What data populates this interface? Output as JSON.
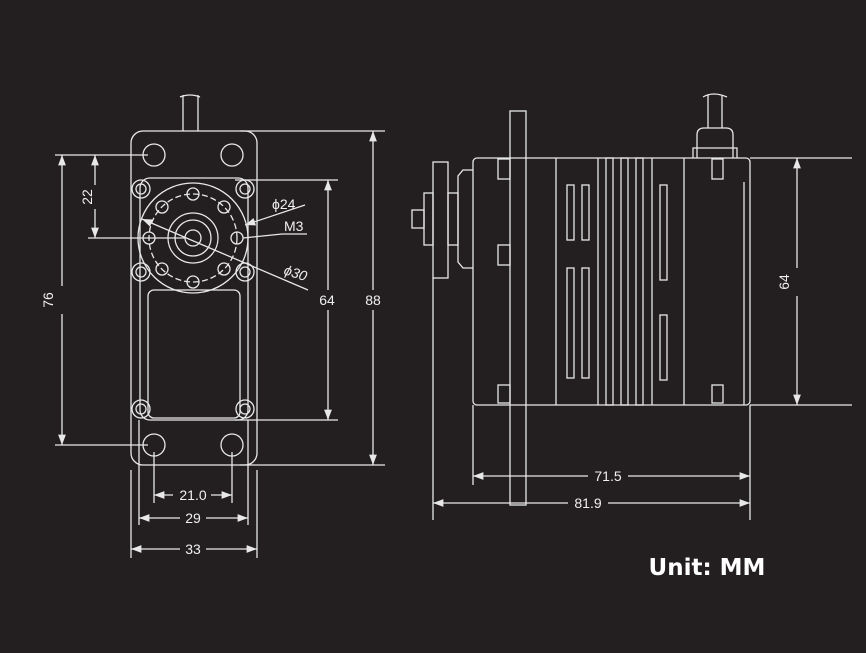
{
  "title": "Servo dimension drawing",
  "unit_label": "Unit: MM",
  "front_view": {
    "dim_22": "22",
    "dim_76": "76",
    "dim_64": "64",
    "dim_88": "88",
    "dim_21": "21.0",
    "dim_29": "29",
    "dim_33": "33",
    "callout_phi24": "ϕ24",
    "callout_m3": "M3",
    "callout_phi30": "ϕ30"
  },
  "side_view": {
    "dim_64": "64",
    "dim_71_5": "71.5",
    "dim_81_9": "81.9"
  }
}
